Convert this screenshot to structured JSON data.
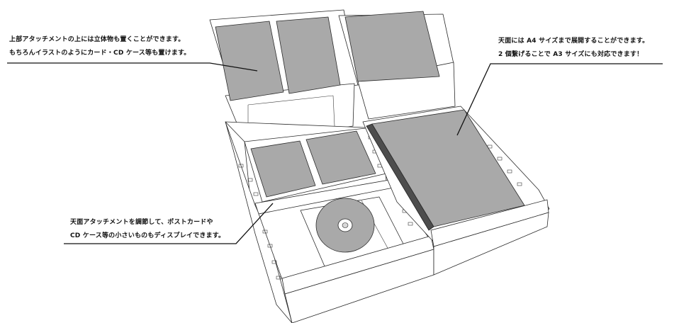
{
  "annotations": {
    "top_left": {
      "line1": "上部アタッチメントの上には立体物も置くことができます。",
      "line2": "もちろんイラストのようにカード・CD ケース等も置けます。"
    },
    "top_right": {
      "line1": "天面には A4 サイズまで展開することができます。",
      "line2": "2 個繋げることで A3 サイズにも対応できます！"
    },
    "bottom_left": {
      "line1": "天面アタッチメントを調節して、ポストカードや",
      "line2": "CD ケース等の小さいものもディスプレイできます。"
    }
  },
  "colors": {
    "panel_fill": "#a9a9a9",
    "panel_dark": "#4d4d4d",
    "outline": "#2a2a2a",
    "background": "#ffffff"
  }
}
